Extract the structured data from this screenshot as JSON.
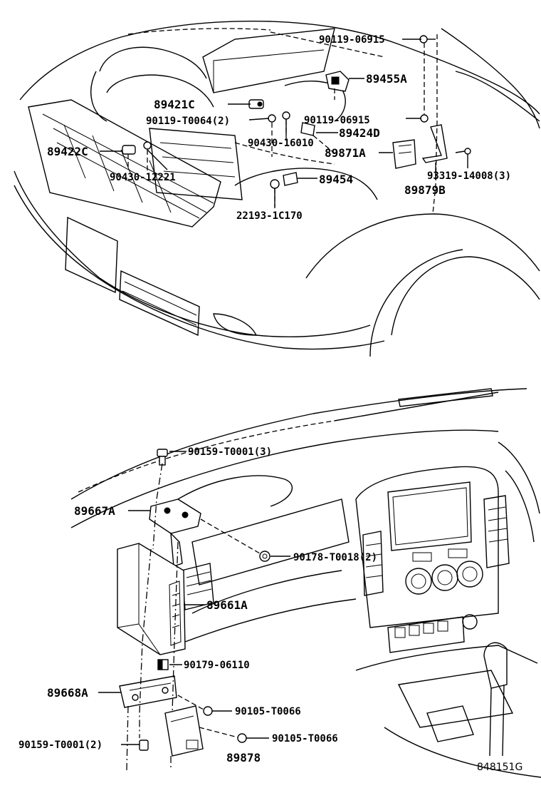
{
  "labels": {
    "p90119_06915_top": "90119-06915",
    "p89455A": "89455A",
    "p89421C": "89421C",
    "p90119_T0064": "90119-T0064(2)",
    "p90119_06915_mid": "90119-06915",
    "p89424D": "89424D",
    "p90430_16010": "90430-16010",
    "p89871A": "89871A",
    "p89422C": "89422C",
    "p93319_14008": "93319-14008(3)",
    "p90430_12221": "90430-12221",
    "p89454": "89454",
    "p89879B": "89879B",
    "p22193_1C170": "22193-1C170",
    "p90159_T0001_3": "90159-T0001(3)",
    "p89667A": "89667A",
    "p90178_T0018": "90178-T0018(2)",
    "p89661A": "89661A",
    "p90179_06110": "90179-06110",
    "p89668A": "89668A",
    "p90105_T0066_a": "90105-T0066",
    "p90159_T0001_2": "90159-T0001(2)",
    "p90105_T0066_b": "90105-T0066",
    "p89878": "89878"
  },
  "diagram_code": "848151G"
}
